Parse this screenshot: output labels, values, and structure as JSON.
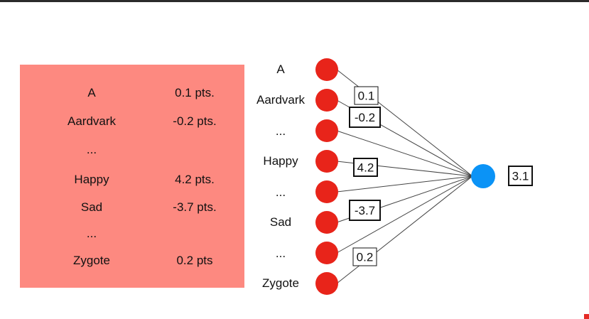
{
  "table": {
    "rows": [
      {
        "word": "A",
        "points": "0.1 pts."
      },
      {
        "word": "Aardvark",
        "points": "-0.2 pts."
      },
      {
        "word": "...",
        "points": ""
      },
      {
        "word": "Happy",
        "points": "4.2 pts."
      },
      {
        "word": "Sad",
        "points": "-3.7 pts."
      },
      {
        "word": "...",
        "points": ""
      },
      {
        "word": "Zygote",
        "points": "0.2 pts"
      }
    ]
  },
  "network": {
    "input_labels": [
      "A",
      "Aardvark",
      "...",
      "Happy",
      "...",
      "Sad",
      "...",
      "Zygote"
    ],
    "weights": [
      {
        "input": 0,
        "value": "0.1"
      },
      {
        "input": 1,
        "value": "-0.2"
      },
      {
        "input": 3,
        "value": "4.2"
      },
      {
        "input": 5,
        "value": "-3.7"
      },
      {
        "input": 6,
        "value": "0.2"
      }
    ],
    "output_value": "3.1"
  },
  "colors": {
    "table_bg": "#fd8980",
    "input_node": "#e8241a",
    "output_node": "#0b93f6",
    "edge": "#444444",
    "weight_border": "#111111"
  }
}
